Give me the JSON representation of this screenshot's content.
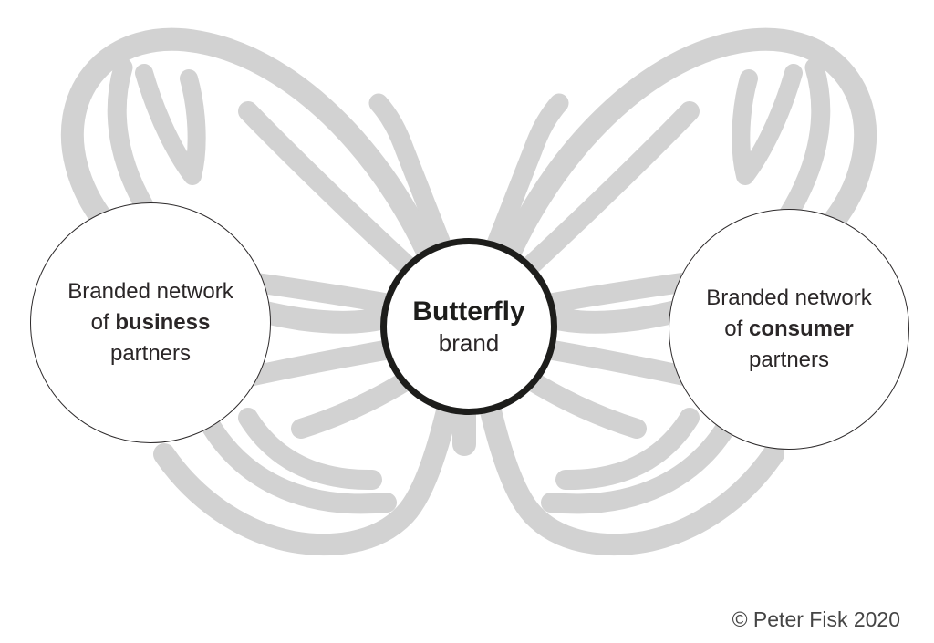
{
  "colors": {
    "butterfly_gray": "#d2d2d2",
    "circle_border": "#2d2a2b",
    "center_border": "#1d1d1b",
    "text_color": "#2a2627",
    "copyright_color": "#454545"
  },
  "diagram": {
    "left_circle": {
      "line1": "Branded network",
      "line2_prefix": "of ",
      "line2_bold": "business",
      "line3": "partners"
    },
    "center_circle": {
      "title": "Butterfly",
      "subtitle": "brand"
    },
    "right_circle": {
      "line1": "Branded network",
      "line2_prefix": "of ",
      "line2_bold": "consumer",
      "line3": "partners"
    },
    "icon": "butterfly-outline"
  },
  "footer": {
    "copyright": "© Peter Fisk 2020"
  }
}
